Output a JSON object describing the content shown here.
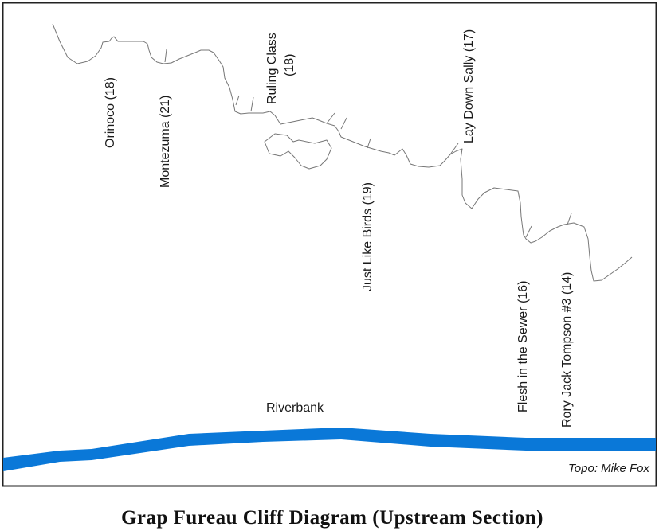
{
  "routes": [
    {
      "name": "Orinoco",
      "grade": "(18)"
    },
    {
      "name": "Montezuma",
      "grade": "(21)"
    },
    {
      "name": "Ruling Class",
      "grade": "(18)"
    },
    {
      "name": "Just Like Birds",
      "grade": "(19)"
    },
    {
      "name": "Lay Down Sally",
      "grade": "(17)"
    },
    {
      "name": "Flesh in the Sewer",
      "grade": "(16)"
    },
    {
      "name": "Rory Jack Tompson #3",
      "grade": "(14)"
    }
  ],
  "riverbank_label": "Riverbank",
  "credit": "Topo: Mike Fox",
  "caption": "Grap Fureau Cliff Diagram (Upstream Section)",
  "colors": {
    "river": "#0a78d8",
    "frame": "#222222",
    "cliff_line": "#777777"
  }
}
